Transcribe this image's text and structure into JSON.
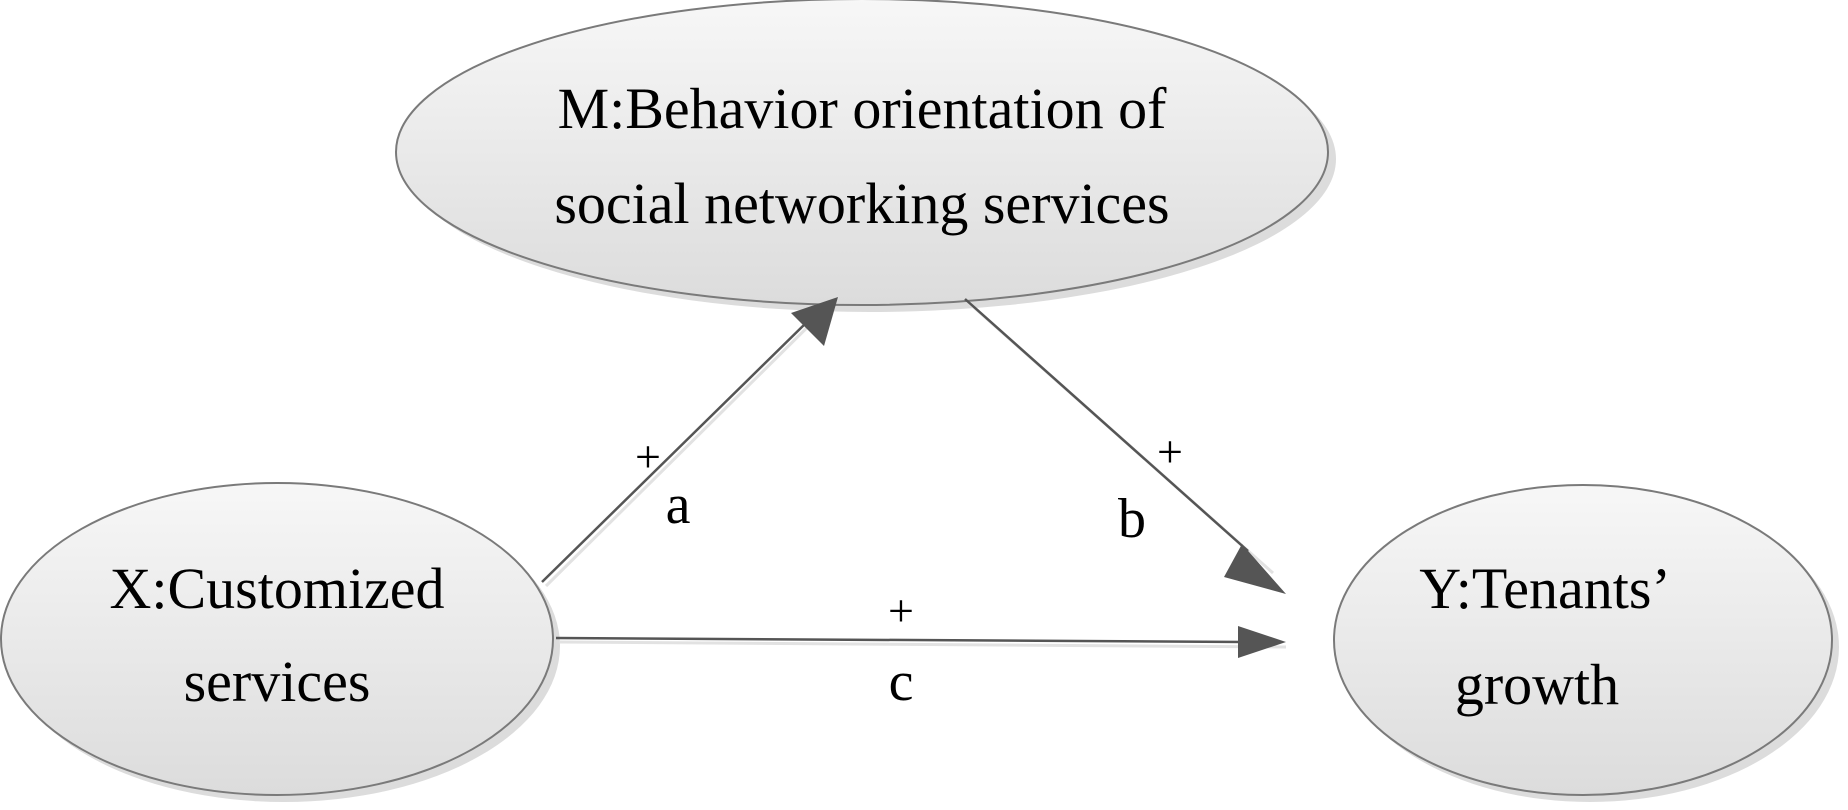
{
  "diagram": {
    "nodes": {
      "m": {
        "line1": "M:Behavior orientation of",
        "line2": "social networking services"
      },
      "x": {
        "line1": "X:Customized",
        "line2": "services"
      },
      "y": {
        "line1": "Y:Tenants’",
        "line2": "growth"
      }
    },
    "edges": {
      "a": {
        "sign": "+",
        "label": "a"
      },
      "b": {
        "sign": "+",
        "label": "b"
      },
      "c": {
        "sign": "+",
        "label": "c"
      }
    },
    "colors": {
      "ellipse_fill_light": "#f6f6f6",
      "ellipse_fill_dark": "#dedede",
      "ellipse_stroke": "#7a7a7a",
      "shadow": "#d8d8d8",
      "arrow": "#555555"
    }
  }
}
